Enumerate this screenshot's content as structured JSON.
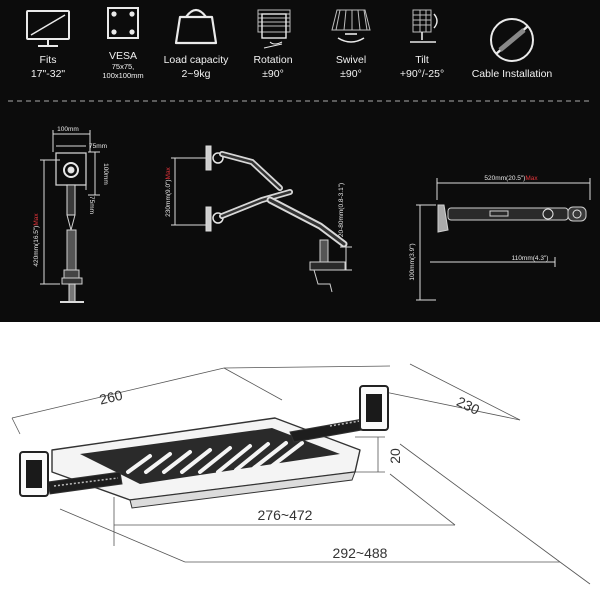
{
  "specs": [
    {
      "icon": "monitor-icon",
      "title": "Fits",
      "value": "17\"-32\""
    },
    {
      "icon": "vesa-icon",
      "title": "VESA",
      "value": "75x75,",
      "value2": "100x100mm"
    },
    {
      "icon": "weight-icon",
      "title": "Load capacity",
      "value": "2~9kg"
    },
    {
      "icon": "rotation-icon",
      "title": "Rotation",
      "value": "±90°"
    },
    {
      "icon": "swivel-icon",
      "title": "Swivel",
      "value": "±90°"
    },
    {
      "icon": "tilt-icon",
      "title": "Tilt",
      "value": "+90°/-25°"
    },
    {
      "icon": "cable-icon",
      "title": "Cable Installation",
      "value": ""
    }
  ],
  "front_view": {
    "width_top": "100mm",
    "vesa_w": "75mm",
    "height_100": "100mm",
    "height_75": "75mm",
    "max_height": "420mm(16.5\")",
    "max_label": "Max"
  },
  "side_view": {
    "lift": "230mm(9.0\")",
    "max_label": "Max",
    "clamp": "20-80mm(0.8-3.1\")"
  },
  "top_view": {
    "reach": "520mm(20.5\")",
    "max_label": "Max",
    "depth": "110mm(4.3\")",
    "height": "100mm(3.9\")"
  },
  "tray": {
    "width": "260",
    "depth": "230",
    "height": "20",
    "range_inner": "276~472",
    "range_outer": "292~488"
  }
}
